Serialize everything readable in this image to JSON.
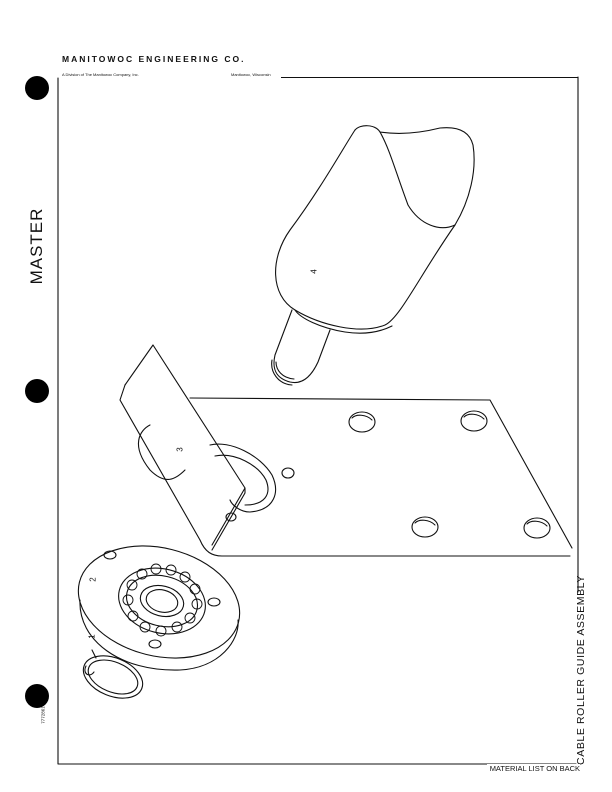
{
  "header": {
    "company": "MANITOWOC ENGINEERING CO.",
    "division": "A Division of The Manitowoc Company, Inc.",
    "location": "Manitowoc, Wisconsin"
  },
  "stamp": "MASTER",
  "drawing": {
    "title": "CABLE ROLLER GUIDE ASSEMBLY",
    "part_labels": [
      "1",
      "2",
      "3",
      "4"
    ],
    "side_number": "7772861",
    "footer": "MATERIAL LIST ON BACK"
  }
}
